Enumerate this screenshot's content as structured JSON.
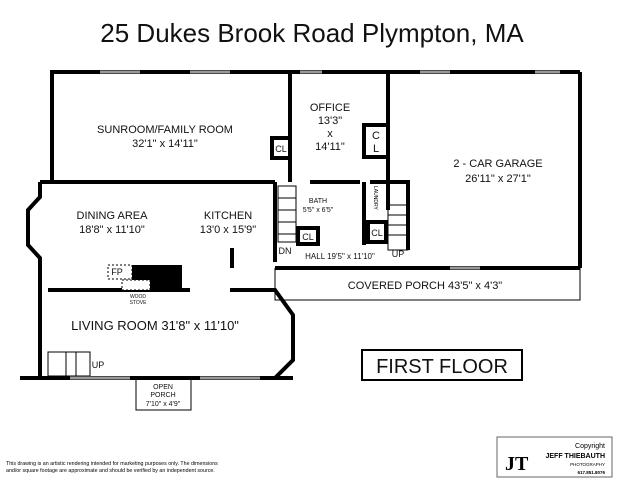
{
  "title": "25 Dukes Brook Road   Plympton, MA",
  "floor_label": "FIRST FLOOR",
  "rooms": {
    "sunroom": {
      "name": "SUNROOM/FAMILY ROOM",
      "dims": "32'1\" x 14'11\""
    },
    "office": {
      "name": "OFFICE",
      "dim1": "13'3\"",
      "x": "x",
      "dim2": "14'11\""
    },
    "garage": {
      "name": "2 - CAR GARAGE",
      "dims": "26'11\" x 27'1\""
    },
    "dining": {
      "name": "DINING AREA",
      "dims": "18'8\" x 11'10\""
    },
    "kitchen": {
      "name": "KITCHEN",
      "dims": "13'0 x 15'9\""
    },
    "bath": {
      "name": "BATH",
      "dims": "5'5\" x 6'5\""
    },
    "hall": {
      "name": "HALL 19'5\" x 11'10\""
    },
    "laundry": {
      "name": "LAUNDRY"
    },
    "covered_porch": {
      "name": "COVERED PORCH  43'5\" x 4'3\""
    },
    "living": {
      "name": "LIVING ROOM  31'8\" x 11'10\""
    },
    "open_porch": {
      "line1": "OPEN",
      "line2": "PORCH",
      "dims": "7'10\" x 4'9\""
    }
  },
  "labels": {
    "closet": "CL",
    "closet_c": "C",
    "closet_l": "L",
    "down": "DN",
    "up": "UP",
    "fireplace": "FP",
    "wood_stove_1": "WOOD",
    "wood_stove_2": "STOVE"
  },
  "disclaimer": {
    "line1": "This drawing is an artistic rendering intended for marketing purposes only.  The dimensions",
    "line2": "and/or square footage are approximate and should be verified by an independent source."
  },
  "logo": {
    "copyright": "Copyright",
    "name": "JEFF THIEBAUTH",
    "sub": "PHOTOGRAPHY",
    "phone": "617.851.8076",
    "mark": "JT"
  }
}
